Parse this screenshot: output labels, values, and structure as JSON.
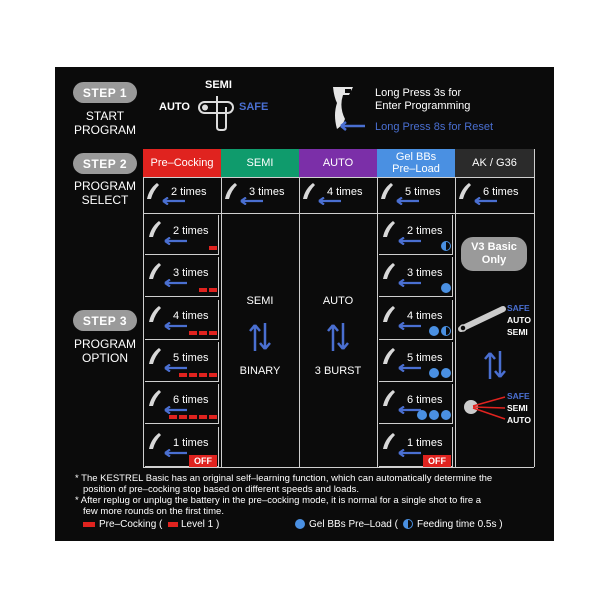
{
  "step1": {
    "pill": "STEP 1",
    "label_line1": "START",
    "label_line2": "PROGRAM",
    "selector_semi": "SEMI",
    "selector_auto": "AUTO",
    "selector_safe": "SAFE",
    "long_press_3s_line1": "Long Press 3s for",
    "long_press_3s_line2": "Enter Programming",
    "long_press_8s": "Long Press 8s for Reset"
  },
  "step2": {
    "pill": "STEP 2",
    "label_line1": "PROGRAM",
    "label_line2": "SELECT",
    "headers": [
      {
        "label": "Pre–Cocking",
        "color": "#e0231f"
      },
      {
        "label": "SEMI",
        "color": "#0f9b6c"
      },
      {
        "label": "AUTO",
        "color": "#7b2fa8"
      },
      {
        "label_line1": "Gel BBs",
        "label_line2": "Pre–Load",
        "color": "#4a90e2"
      },
      {
        "label": "AK / G36",
        "color": "#2b2b2b"
      }
    ],
    "select_times": [
      "2 times",
      "3 times",
      "4 times",
      "5 times",
      "6 times"
    ]
  },
  "step3": {
    "pill": "STEP 3",
    "label_line1": "PROGRAM",
    "label_line2": "OPTION",
    "precocking_rows": [
      "2 times",
      "3 times",
      "4 times",
      "5 times",
      "6 times",
      "1 times"
    ],
    "precocking_bars": [
      1,
      2,
      3,
      4,
      5,
      0
    ],
    "semi_top": "SEMI",
    "semi_bottom": "BINARY",
    "auto_top": "AUTO",
    "auto_bottom": "3 BURST",
    "gel_rows": [
      "2 times",
      "3 times",
      "4 times",
      "5 times",
      "6 times",
      "1 times"
    ],
    "gel_feed": [
      0.5,
      1,
      1.5,
      2,
      3,
      0
    ],
    "off_label": "OFF",
    "v3_line1": "V3 Basic",
    "v3_line2": "Only",
    "ak_safe_1": "SAFE",
    "ak_auto_1": "AUTO",
    "ak_semi_1": "SEMI",
    "ak_safe_2": "SAFE",
    "ak_semi_2": "SEMI",
    "ak_auto_2": "AUTO"
  },
  "notes": {
    "line1": "* The KESTREL Basic has an original self–learning function, which can automatically determine the",
    "line2": "position of pre–cocking stop based on different speeds and loads.",
    "line3": "* After replug or unplug the battery in the pre–cocking mode, it is normal for a single shot to fire a",
    "line4": "few more rounds on the first time.",
    "legend_precocking": "Pre–Cocking (",
    "legend_level": "Level 1 )",
    "legend_gel": "Gel BBs Pre–Load (",
    "legend_feed": "Feeding time 0.5s )"
  },
  "colors": {
    "red": "#e0231f",
    "green": "#0f9b6c",
    "purple": "#7b2fa8",
    "blue": "#4a90e2",
    "dark_header": "#2b2b2b",
    "pill_gray": "#9a9a9a"
  }
}
